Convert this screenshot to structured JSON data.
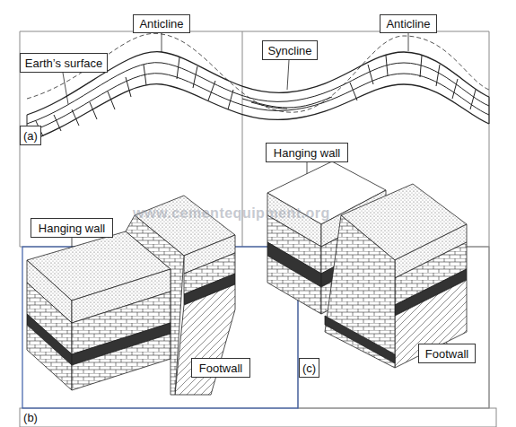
{
  "diagram": {
    "nodes": [
      {
        "text": [
          "Anticline"
        ]
      },
      {
        "text": [
          "Anticline"
        ]
      },
      {
        "text": [
          "Syncline"
        ]
      },
      {
        "text": [
          "Earth’s surface"
        ]
      },
      {
        "text": [
          "(a)"
        ]
      },
      {
        "text": [
          "Hanging wall"
        ]
      },
      {
        "text": [
          "Hanging wall"
        ]
      },
      {
        "text": [
          "(c)"
        ]
      },
      {
        "text": [
          "Footwall"
        ]
      },
      {
        "text": [
          "Footwall"
        ]
      },
      {
        "text": [
          "(b)"
        ]
      }
    ],
    "labels": [
      "www.cementequipment.org"
    ]
  }
}
